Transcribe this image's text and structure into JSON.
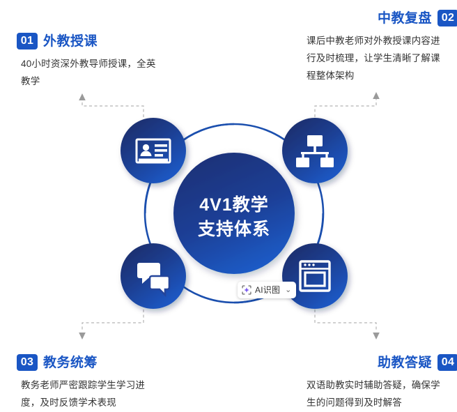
{
  "center": {
    "line1": "4V1教学",
    "line2": "支持体系"
  },
  "nodes": [
    {
      "id": "node-1",
      "icon": "id-card-icon",
      "position": "top-left"
    },
    {
      "id": "node-2",
      "icon": "sitemap-icon",
      "position": "top-right"
    },
    {
      "id": "node-3",
      "icon": "chat-bubbles-icon",
      "position": "bottom-left"
    },
    {
      "id": "node-4",
      "icon": "app-window-icon",
      "position": "bottom-right"
    }
  ],
  "items": [
    {
      "number": "01",
      "title": "外教授课",
      "desc": "40小时资深外教导师授课，全英教学"
    },
    {
      "number": "02",
      "title": "中教复盘",
      "desc": "课后中教老师对外教授课内容进行及时梳理，让学生清晰了解课程整体架构"
    },
    {
      "number": "03",
      "title": "教务统筹",
      "desc": "教务老师严密跟踪学生学习进度，及时反馈学术表现"
    },
    {
      "number": "04",
      "title": "助教答疑",
      "desc": "双语助教实时辅助答疑，确保学生的问题得到及时解答"
    }
  ],
  "ai_badge": {
    "label": "AI识图",
    "chevron": "⌄"
  },
  "colors": {
    "brand_blue": "#1a56c4",
    "deep_navy": "#1c2f6b",
    "ring_blue": "#1b4fae",
    "body_text": "#333333",
    "connector_gray": "#b4b4b4"
  }
}
